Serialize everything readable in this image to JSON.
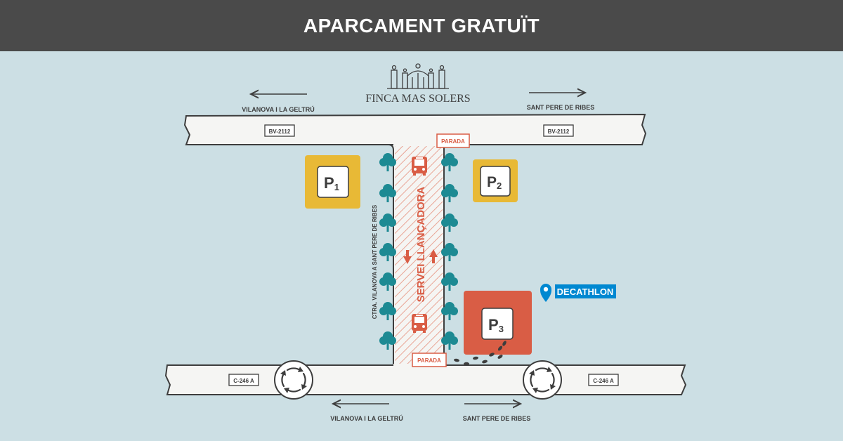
{
  "title": "APARCAMENT GRATUÏT",
  "venue": {
    "name": "FINCA MAS SOLERS"
  },
  "directions": {
    "top_left": "VILANOVA I LA GELTRÚ",
    "top_right": "SANT PERE DE RIBES",
    "bottom_left": "VILANOVA I LA GELTRÚ",
    "bottom_right": "SANT PERE DE RIBES"
  },
  "roads": {
    "top_left_sign": "BV-2112",
    "top_right_sign": "BV-2112",
    "bottom_left_sign": "C-246 A",
    "bottom_right_sign": "C-246 A",
    "vertical_road": "CTRA. VILANOVA A SANT PERE DE RIBES"
  },
  "shuttle": {
    "label": "SERVEI LLANÇADORA",
    "stop_top": "PARADA",
    "stop_bottom": "PARADA"
  },
  "parkings": [
    {
      "letter": "P",
      "number": "1"
    },
    {
      "letter": "P",
      "number": "2"
    },
    {
      "letter": "P",
      "number": "3"
    }
  ],
  "poi": {
    "name": "DECATHLON"
  },
  "colors": {
    "header": "#4a4a4a",
    "background": "#ccdfe4",
    "road": "#f5f5f3",
    "parking_yellow": "#e8b936",
    "parking_red": "#d95d45",
    "shuttle_red": "#d95d45",
    "tree": "#1d8a93",
    "decathlon": "#0088d1"
  },
  "icons": [
    "castle-gate-icon",
    "arrow-left-icon",
    "arrow-right-icon",
    "bus-icon",
    "tree-icon",
    "roundabout-icon",
    "map-pin-icon",
    "footprints-icon"
  ]
}
